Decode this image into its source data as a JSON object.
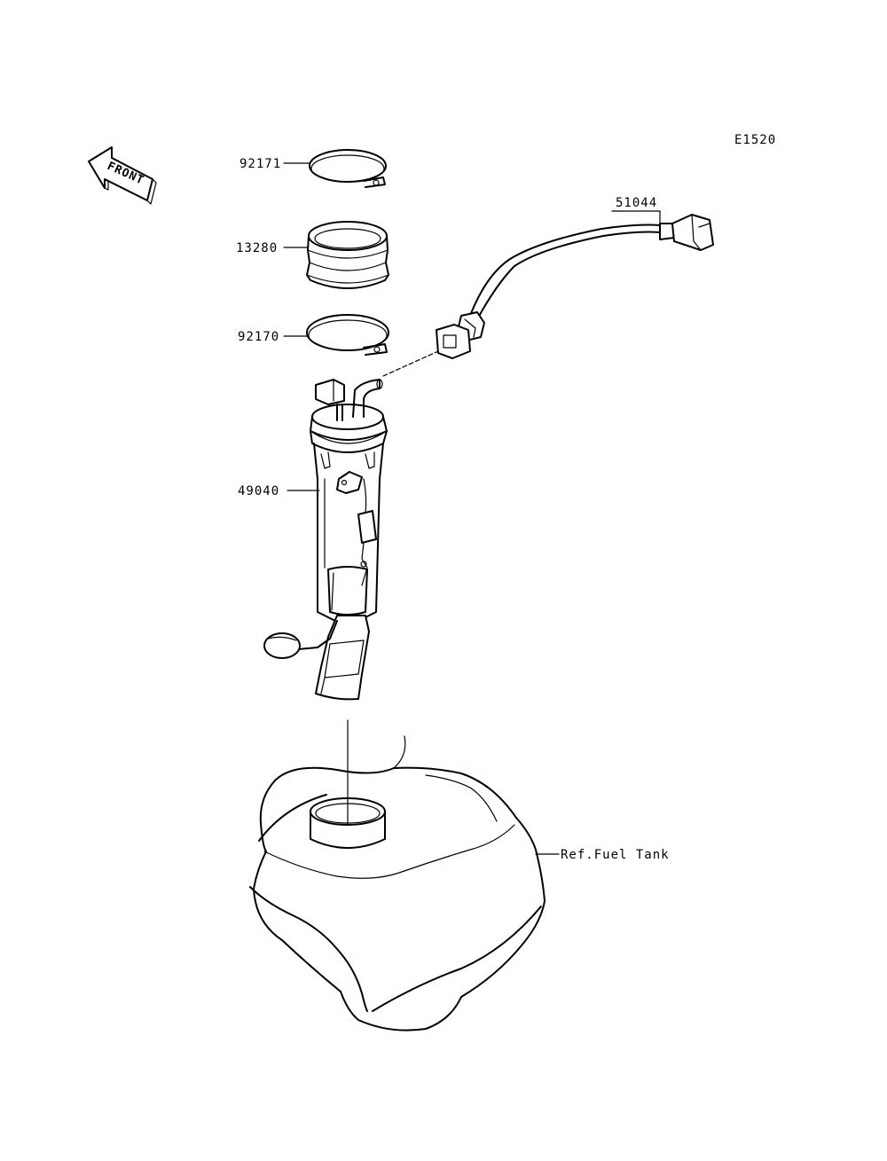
{
  "diagram_code": "E1520",
  "front_label": "FRONT",
  "parts": [
    {
      "number": "92171"
    },
    {
      "number": "13280"
    },
    {
      "number": "92170"
    },
    {
      "number": "49040"
    },
    {
      "number": "51044"
    }
  ],
  "reference_label": "Ref.Fuel Tank"
}
